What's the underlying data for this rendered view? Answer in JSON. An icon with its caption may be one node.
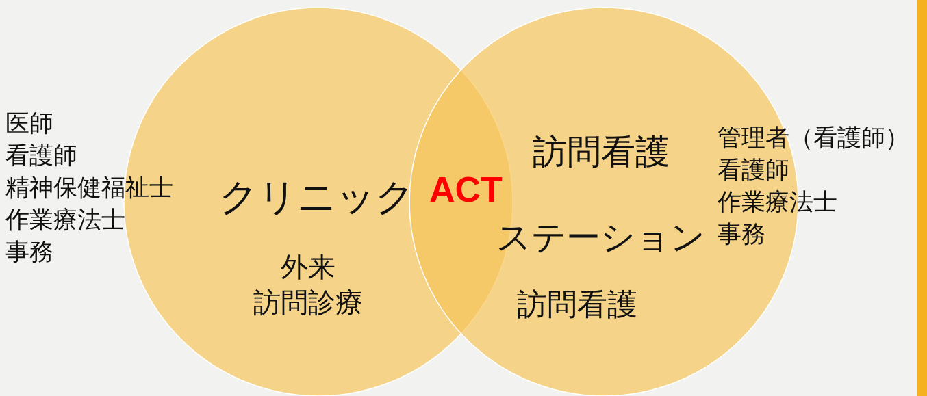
{
  "diagram": {
    "nodes": [
      {
        "text": [
          "クリニック",
          "外来訪問診療"
        ],
        "beside": [
          "医師",
          "看護師",
          "精神保健福祉士",
          "作業療法士",
          "事務"
        ]
      },
      {
        "text": [
          "訪問看護ステーション",
          "訪問看護",
          "管理者（看護師）",
          "看護師",
          "作業療法士",
          "事務"
        ]
      }
    ],
    "edges": [],
    "labels": [
      "ACT"
    ]
  }
}
